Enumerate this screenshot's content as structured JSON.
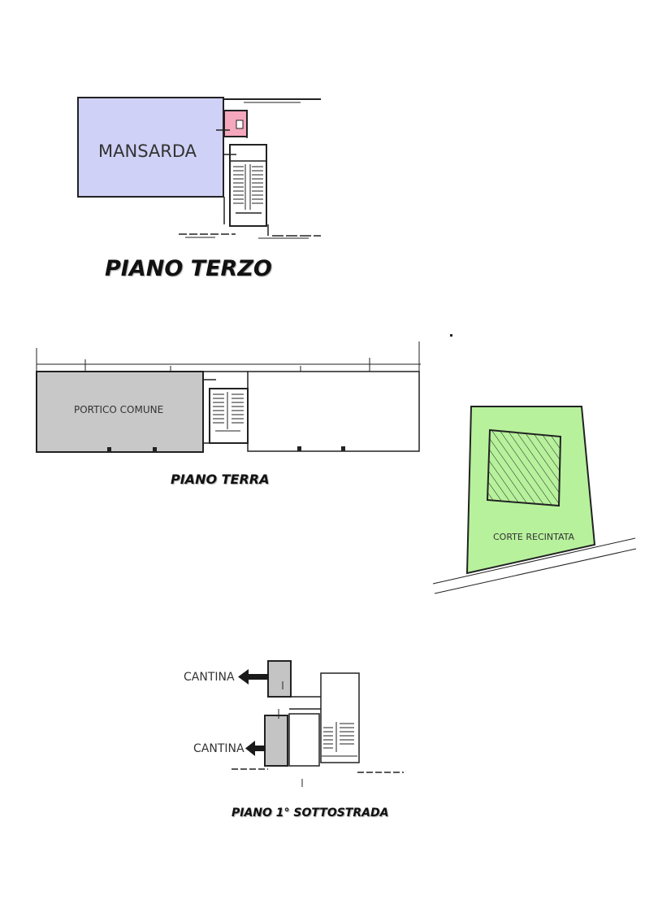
{
  "floors": {
    "terzo": {
      "title": "PIANO TERZO",
      "room_label": "MANSARDA",
      "room_color": "#cfd1f6",
      "accent_color": "#f4a7bd"
    },
    "terra": {
      "title": "PIANO TERRA",
      "room_label": "PORTICO COMUNE",
      "room_color": "#c8c8c8"
    },
    "corte": {
      "label": "CORTE RECINTATA",
      "color": "#b7f19c"
    },
    "sottostrada": {
      "title": "PIANO 1° SOTTOSTRADA",
      "cellar_label_1": "CANTINA",
      "cellar_label_2": "CANTINA",
      "cellar_color": "#c4c4c4"
    }
  }
}
